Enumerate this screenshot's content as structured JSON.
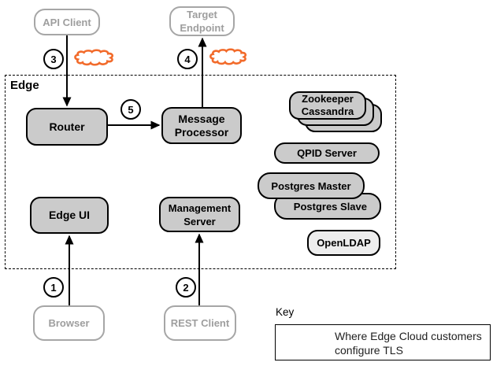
{
  "edge_container": {
    "label": "Edge"
  },
  "external": {
    "api_client": "API Client",
    "target_endpoint": "Target Endpoint",
    "browser": "Browser",
    "rest_client": "REST Client"
  },
  "internal": {
    "router": "Router",
    "message_processor": "Message Processor",
    "edge_ui": "Edge UI",
    "management_server": "Management Server",
    "zookeeper": "Zookeeper",
    "cassandra": "Cassandra",
    "qpid_server": "QPID Server",
    "postgres_master": "Postgres Master",
    "postgres_slave": "Postgres Slave",
    "openldap": "OpenLDAP"
  },
  "steps": [
    "1",
    "2",
    "3",
    "4",
    "5"
  ],
  "key": {
    "title": "Key",
    "legend_text": "Where Edge Cloud customers configure TLS"
  },
  "colors": {
    "cloud_stroke": "#F26B2B",
    "node_fill": "#CBCBCB",
    "node_border": "#000000",
    "client_border": "#A6A6A6",
    "client_text": "#9E9E9E",
    "openldap_fill": "#EDEDED"
  }
}
